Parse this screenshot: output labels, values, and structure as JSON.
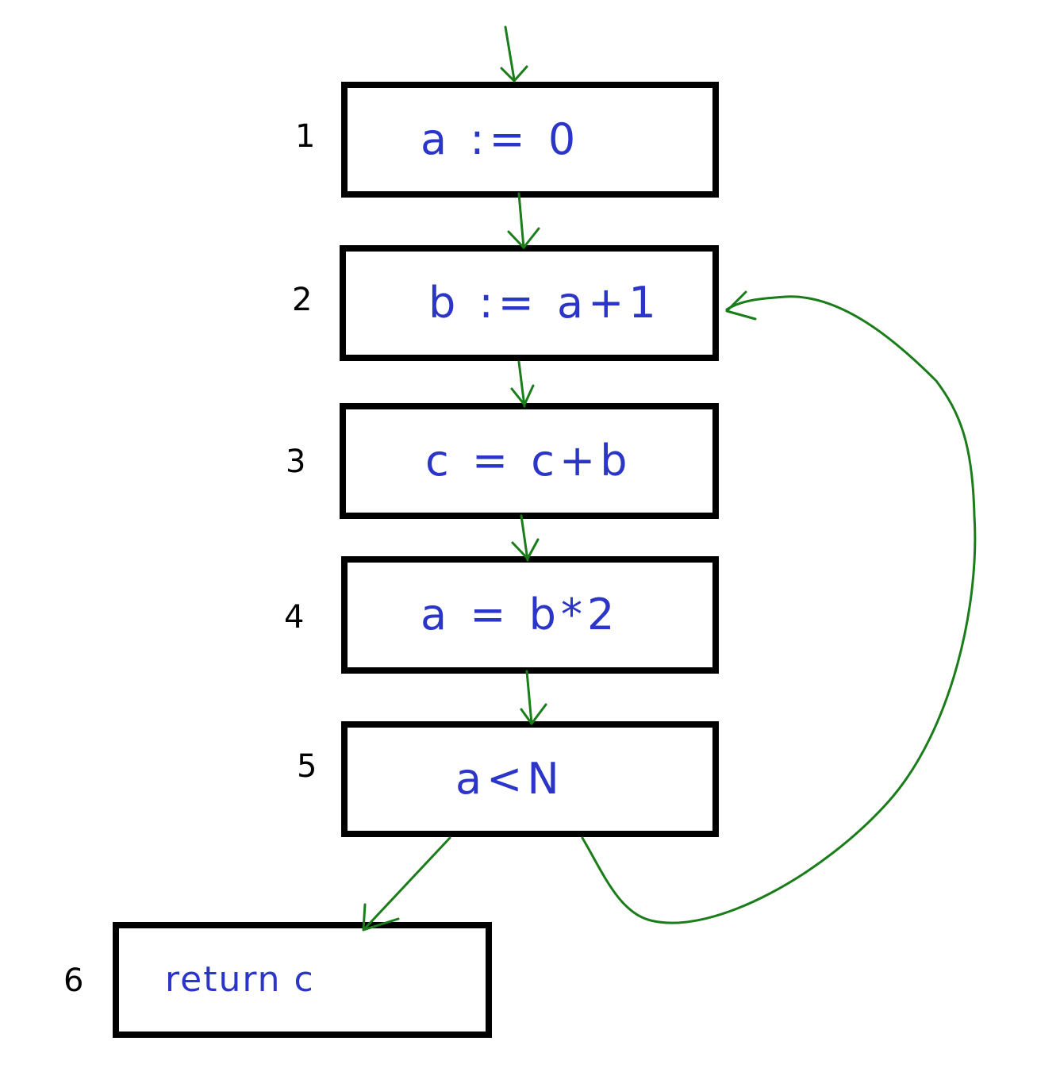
{
  "colors": {
    "box_border": "#000000",
    "code_text": "#2b35c8",
    "edge": "#1a7d1a",
    "label_text": "#000000"
  },
  "blocks": [
    {
      "label": "1",
      "code": "a := 0"
    },
    {
      "label": "2",
      "code": "b := a+1"
    },
    {
      "label": "3",
      "code": "c = c+b"
    },
    {
      "label": "4",
      "code": "a = b*2"
    },
    {
      "label": "5",
      "code": "a<N"
    },
    {
      "label": "6",
      "code": "return c"
    }
  ],
  "edges": [
    {
      "from": "entry",
      "to": "1"
    },
    {
      "from": "1",
      "to": "2"
    },
    {
      "from": "2",
      "to": "3"
    },
    {
      "from": "3",
      "to": "4"
    },
    {
      "from": "4",
      "to": "5"
    },
    {
      "from": "5",
      "to": "6"
    },
    {
      "from": "5",
      "to": "2"
    }
  ]
}
